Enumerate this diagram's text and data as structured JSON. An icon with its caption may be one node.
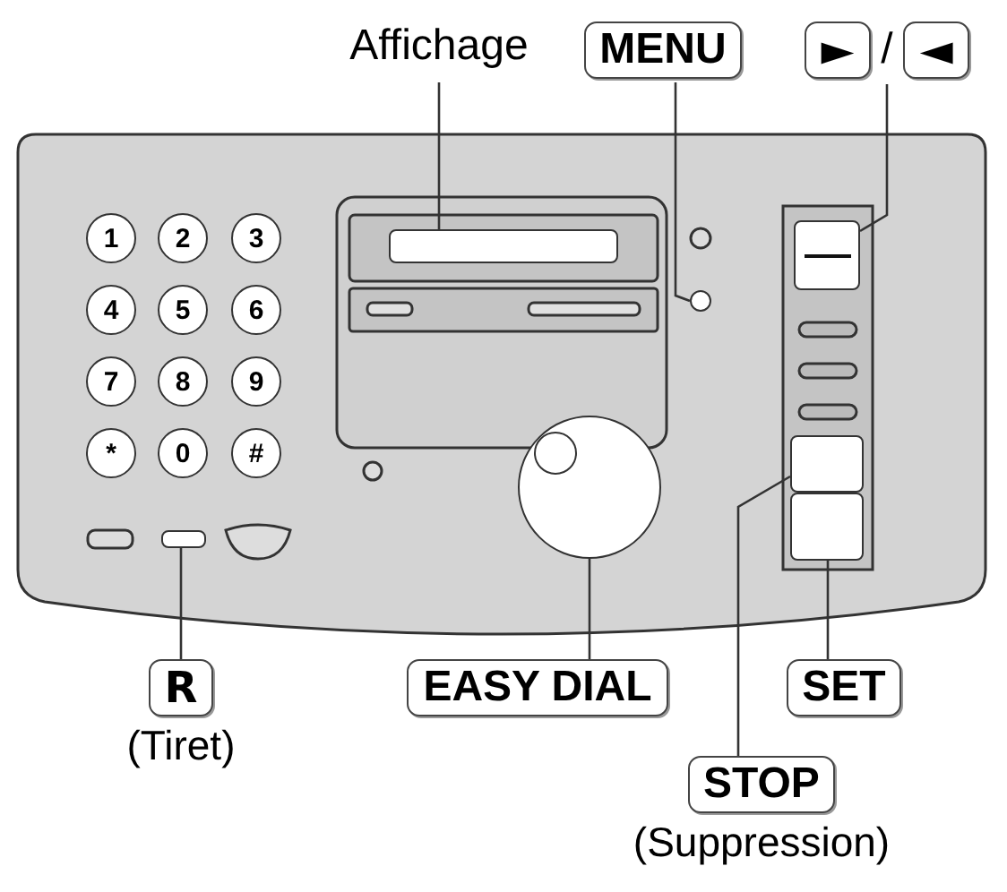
{
  "diagram": {
    "nodes": [
      {
        "text": [
          "Affichage"
        ]
      },
      {
        "text": [],
        "shape": "box"
      },
      {
        "text": [
          "MENU"
        ]
      },
      {
        "text": [],
        "shape": "circle"
      },
      {
        "text": [
          "►",
          "/",
          "◄"
        ]
      },
      {
        "text": [],
        "shape": "box"
      },
      {
        "text": [
          "R"
        ],
        "beside": [
          "(Tiret)"
        ]
      },
      {
        "text": [],
        "shape": "box"
      },
      {
        "text": [
          "EASY DIAL"
        ]
      },
      {
        "text": [],
        "shape": "circle"
      },
      {
        "text": [
          "SET"
        ]
      },
      {
        "text": [],
        "shape": "box"
      },
      {
        "text": [
          "STOP"
        ],
        "beside": [
          "(Suppression)"
        ]
      },
      {
        "text": [],
        "shape": "box"
      }
    ],
    "edges": [
      {
        "from": 0,
        "to": 1,
        "arrow": "none"
      },
      {
        "from": 2,
        "to": 3,
        "arrow": "none"
      },
      {
        "from": 4,
        "to": 5,
        "arrow": "none"
      },
      {
        "from": 6,
        "to": 7,
        "arrow": "none"
      },
      {
        "from": 8,
        "to": 9,
        "arrow": "none"
      },
      {
        "from": 10,
        "to": 11,
        "arrow": "none"
      },
      {
        "from": 12,
        "to": 13,
        "arrow": "none"
      }
    ],
    "labels": [
      "1",
      "2",
      "3",
      "4",
      "5",
      "6",
      "7",
      "8",
      "9",
      "*",
      "0",
      "#"
    ]
  }
}
